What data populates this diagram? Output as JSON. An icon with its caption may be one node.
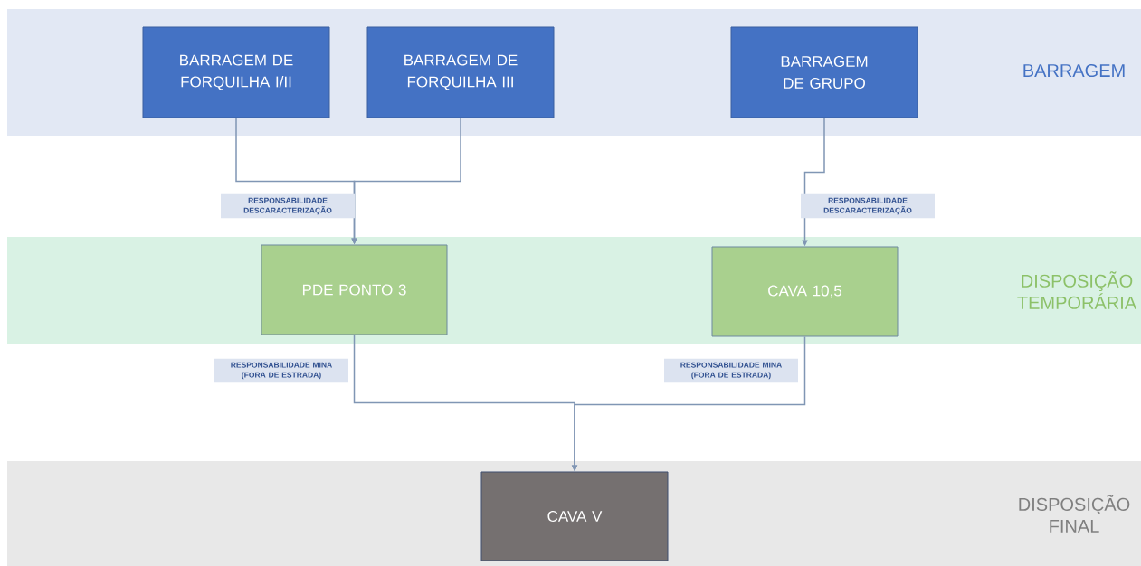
{
  "diagram": {
    "nodes": [
      {
        "text": [
          "BARRAGEM"
        ]
      },
      {
        "text": [
          "BARRAGEM DE FORQUILHA I/II"
        ],
        "in": 0
      },
      {
        "text": [
          "BARRAGEM DE FORQUILHA III"
        ],
        "in": 0
      },
      {
        "text": [
          "BARRAGEM DE GRUPO"
        ],
        "in": 0
      },
      {
        "text": [
          "DISPOSIÇÃO TEMPORÁRIA"
        ]
      },
      {
        "text": [
          "PDE PONTO 3"
        ],
        "in": 4
      },
      {
        "text": [
          "CAVA 10,5"
        ],
        "in": 4
      },
      {
        "text": [
          "DISPOSIÇÃO FINAL"
        ]
      },
      {
        "text": [
          "CAVA V"
        ],
        "in": 7
      }
    ],
    "edges": [
      {
        "from": 1,
        "to": 5,
        "arrow": "to",
        "label": "RESPONSABILIDADE DESCARACTERIZAÇÃO"
      },
      {
        "from": 2,
        "to": 5,
        "arrow": "to"
      },
      {
        "from": 3,
        "to": 6,
        "arrow": "to",
        "label": "RESPONSABILIDADE DESCARACTERIZAÇÃO"
      },
      {
        "from": 5,
        "to": 8,
        "arrow": "to",
        "label": "RESPONSABILIDADE MINA (FORA DE ESTRADA)"
      },
      {
        "from": 6,
        "to": 8,
        "arrow": "to",
        "label": "RESPONSABILIDADE MINA (FORA DE ESTRADA)"
      }
    ]
  }
}
